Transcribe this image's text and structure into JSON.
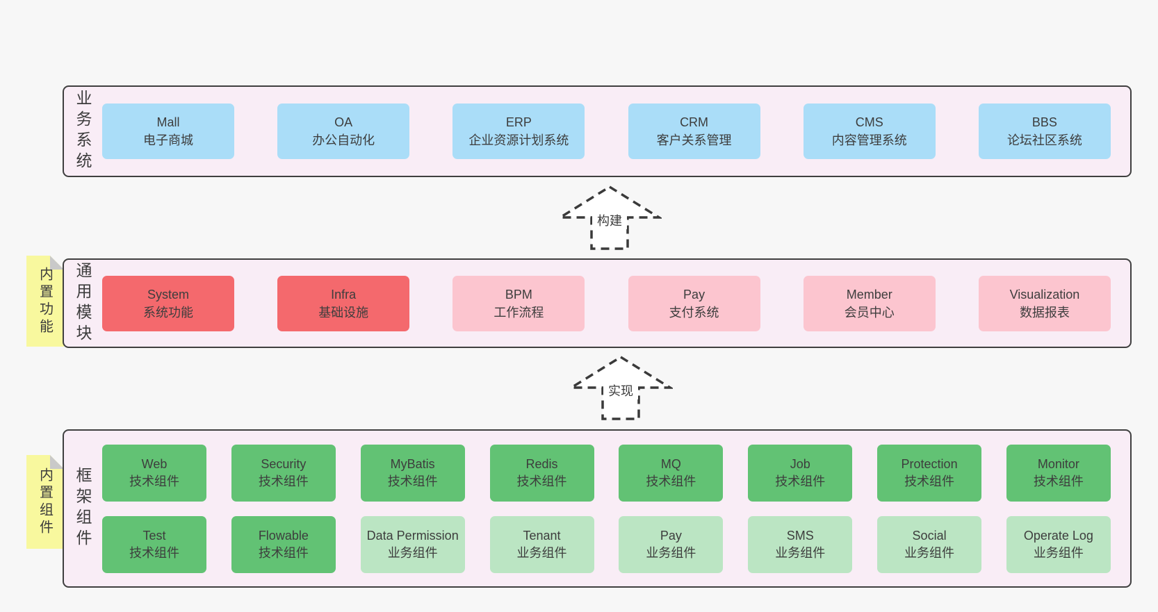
{
  "palette": {
    "page_bg": "#f7f7f7",
    "container_bg": "#f9edf6",
    "container_border": "#3f3f3f",
    "blue": "#aaddf8",
    "red": "#f4696d",
    "pink": "#fcc5cf",
    "green": "#62c274",
    "light_green": "#bbe5c3",
    "sticky_yellow": "#f8f89e",
    "text": "#3c3c3c"
  },
  "arrows": [
    {
      "label": "构建"
    },
    {
      "label": "实现"
    }
  ],
  "business": {
    "label": "业务系统",
    "items": [
      {
        "name": "Mall",
        "desc": "电子商城"
      },
      {
        "name": "OA",
        "desc": "办公自动化"
      },
      {
        "name": "ERP",
        "desc": "企业资源计划系统"
      },
      {
        "name": "CRM",
        "desc": "客户关系管理"
      },
      {
        "name": "CMS",
        "desc": "内容管理系统"
      },
      {
        "name": "BBS",
        "desc": "论坛社区系统"
      }
    ]
  },
  "modules": {
    "label": "通用模块",
    "sticky": "内置功能",
    "items": [
      {
        "name": "System",
        "desc": "系统功能",
        "variant": "red"
      },
      {
        "name": "Infra",
        "desc": "基础设施",
        "variant": "red"
      },
      {
        "name": "BPM",
        "desc": "工作流程",
        "variant": "pink"
      },
      {
        "name": "Pay",
        "desc": "支付系统",
        "variant": "pink"
      },
      {
        "name": "Member",
        "desc": "会员中心",
        "variant": "pink"
      },
      {
        "name": "Visualization",
        "desc": "数据报表",
        "variant": "pink"
      }
    ]
  },
  "components": {
    "label": "框架组件",
    "sticky": "内置组件",
    "row1": [
      {
        "name": "Web",
        "desc": "技术组件",
        "variant": "green"
      },
      {
        "name": "Security",
        "desc": "技术组件",
        "variant": "green"
      },
      {
        "name": "MyBatis",
        "desc": "技术组件",
        "variant": "green"
      },
      {
        "name": "Redis",
        "desc": "技术组件",
        "variant": "green"
      },
      {
        "name": "MQ",
        "desc": "技术组件",
        "variant": "green"
      },
      {
        "name": "Job",
        "desc": "技术组件",
        "variant": "green"
      },
      {
        "name": "Protection",
        "desc": "技术组件",
        "variant": "green"
      },
      {
        "name": "Monitor",
        "desc": "技术组件",
        "variant": "green"
      }
    ],
    "row2": [
      {
        "name": "Test",
        "desc": "技术组件",
        "variant": "green"
      },
      {
        "name": "Flowable",
        "desc": "技术组件",
        "variant": "green"
      },
      {
        "name": "Data Permission",
        "desc": "业务组件",
        "variant": "light-green"
      },
      {
        "name": "Tenant",
        "desc": "业务组件",
        "variant": "light-green"
      },
      {
        "name": "Pay",
        "desc": "业务组件",
        "variant": "light-green"
      },
      {
        "name": "SMS",
        "desc": "业务组件",
        "variant": "light-green"
      },
      {
        "name": "Social",
        "desc": "业务组件",
        "variant": "light-green"
      },
      {
        "name": "Operate Log",
        "desc": "业务组件",
        "variant": "light-green"
      }
    ]
  }
}
